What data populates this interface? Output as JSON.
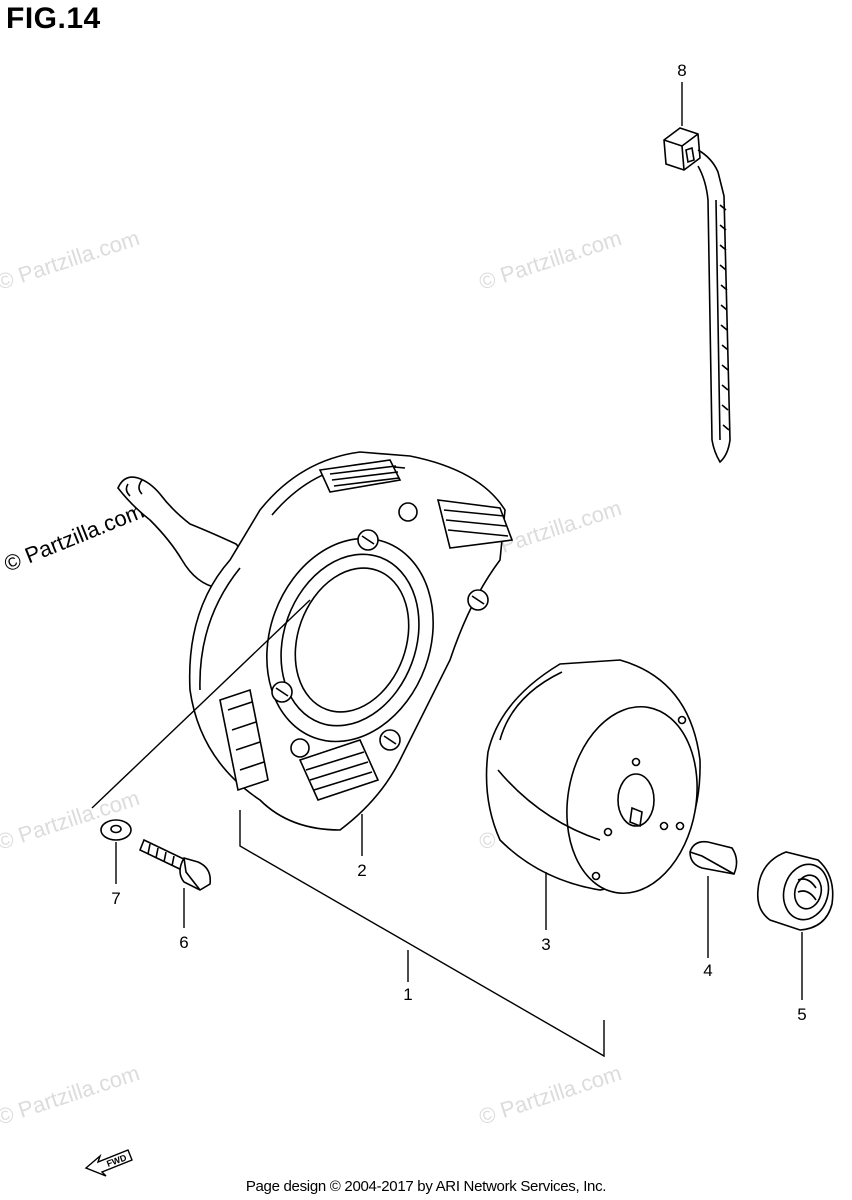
{
  "figure_title": "FIG.14",
  "callouts": [
    {
      "id": "1",
      "label": "1"
    },
    {
      "id": "2",
      "label": "2"
    },
    {
      "id": "3",
      "label": "3"
    },
    {
      "id": "4",
      "label": "4"
    },
    {
      "id": "5",
      "label": "5"
    },
    {
      "id": "6",
      "label": "6"
    },
    {
      "id": "7",
      "label": "7"
    },
    {
      "id": "8",
      "label": "8"
    }
  ],
  "watermark_text": "© Partzilla.com",
  "fwd_label": "FWD",
  "footer": "Page design © 2004-2017 by ARI Network Services, Inc."
}
